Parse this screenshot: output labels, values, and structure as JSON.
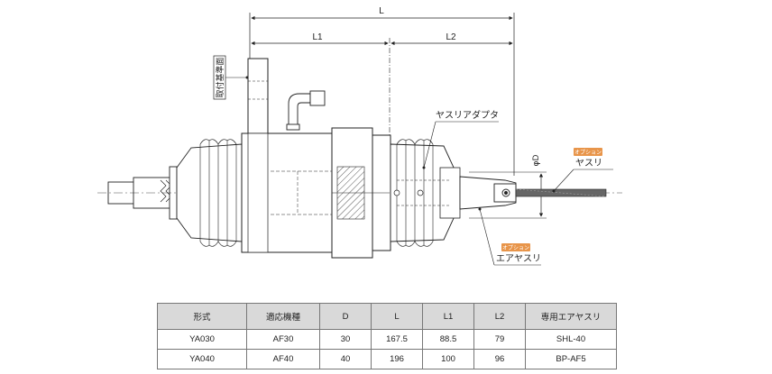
{
  "dimensions": {
    "L": "L",
    "L1": "L1",
    "L2": "L2",
    "phiD": "φD"
  },
  "labels": {
    "mount_reference": "取付基準面",
    "file_adapter": "ヤスリアダプタ",
    "option_badge_1": "オプション",
    "file": "ヤスリ",
    "option_badge_2": "オプション",
    "air_file": "エアヤスリ"
  },
  "colors": {
    "option_badge": "#e8954a",
    "line": "#222222",
    "hatch": "#555555"
  },
  "table": {
    "headers": [
      "形式",
      "適応機種",
      "D",
      "L",
      "L1",
      "L2",
      "専用エアヤスリ"
    ],
    "rows": [
      [
        "YA030",
        "AF30",
        "30",
        "167.5",
        "88.5",
        "79",
        "SHL-40"
      ],
      [
        "YA040",
        "AF40",
        "40",
        "196",
        "100",
        "96",
        "BP-AF5"
      ]
    ]
  }
}
